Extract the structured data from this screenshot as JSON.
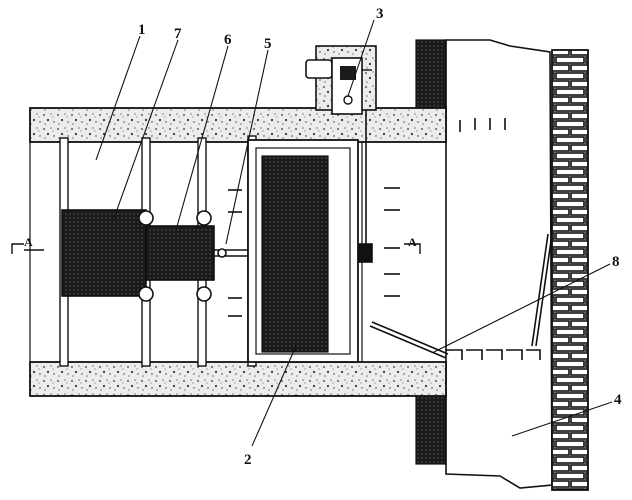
{
  "callouts": {
    "c1": "1",
    "c2": "2",
    "c3": "3",
    "c4": "4",
    "c5": "5",
    "c6": "6",
    "c7": "7",
    "c8": "8"
  },
  "section_marks": {
    "left": "A",
    "right": "A"
  },
  "colors": {
    "line": "#111111",
    "concrete_fill": "#e9e9e9",
    "dark_block": "#151515",
    "brick_mortar": "#ffffff"
  }
}
